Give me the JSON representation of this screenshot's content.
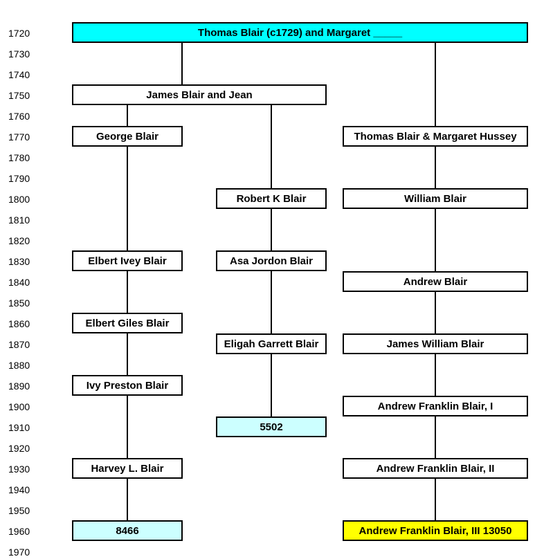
{
  "years": [
    "1720",
    "1730",
    "1740",
    "1750",
    "1760",
    "1770",
    "1780",
    "1790",
    "1800",
    "1810",
    "1820",
    "1830",
    "1840",
    "1850",
    "1860",
    "1870",
    "1880",
    "1890",
    "1900",
    "1910",
    "1920",
    "1930",
    "1940",
    "1950",
    "1960",
    "1970"
  ],
  "people": {
    "root": "Thomas Blair (c1729) and Margaret _____",
    "james": "James Blair and Jean",
    "george": "George Blair",
    "thomas_margaret": "Thomas Blair & Margaret Hussey",
    "robert": "Robert K Blair",
    "william": "William Blair",
    "elbert_ivey": "Elbert Ivey Blair",
    "asa": "Asa Jordon Blair",
    "andrew": "Andrew Blair",
    "elbert_giles": "Elbert Giles Blair",
    "eligah": "Eligah Garrett Blair",
    "james_william": "James William Blair",
    "ivy_preston": "Ivy Preston Blair",
    "andrew_franklin_1": "Andrew Franklin Blair, I",
    "id_5502": "5502",
    "harvey": "Harvey L. Blair",
    "andrew_franklin_2": "Andrew Franklin Blair, II",
    "id_8466": "8466",
    "andrew_franklin_3": "Andrew Franklin Blair, III 13050"
  },
  "colors": {
    "root_fill": "#00ffff",
    "id_fill": "#ccffff",
    "highlight_fill": "#ffff00"
  }
}
